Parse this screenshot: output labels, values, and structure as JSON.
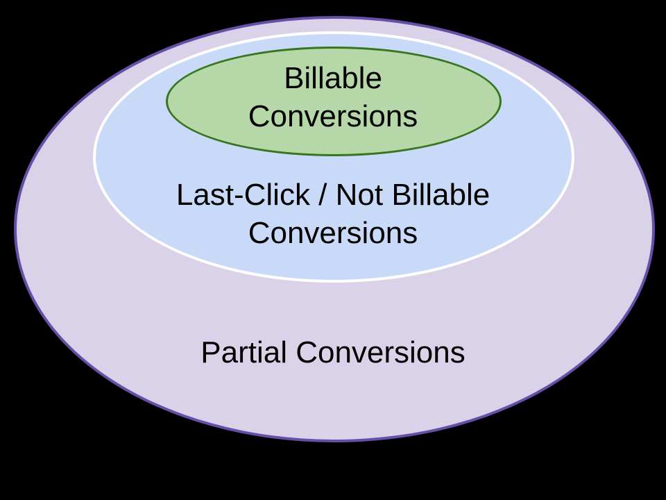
{
  "diagram": {
    "type": "nested-euler-diagram",
    "background_color": "#000000",
    "text_color": "#000000",
    "sets": [
      {
        "name": "partial-conversions",
        "label": "Partial Conversions",
        "lines": [
          "Partial Conversions"
        ],
        "fill_color": "#d9d2e9",
        "border_color": "#674ea7",
        "level": "outer"
      },
      {
        "name": "last-click-not-billable-conversions",
        "label": "Last-Click / Not Billable Conversions",
        "lines": [
          "Last-Click / Not Billable",
          "Conversions"
        ],
        "fill_color": "#c9daf8",
        "border_color": "#ffffff",
        "level": "middle"
      },
      {
        "name": "billable-conversions",
        "label": "Billable Conversions",
        "lines": [
          "Billable",
          "Conversions"
        ],
        "fill_color": "#b6d7a8",
        "border_color": "#38761d",
        "level": "inner"
      }
    ]
  }
}
